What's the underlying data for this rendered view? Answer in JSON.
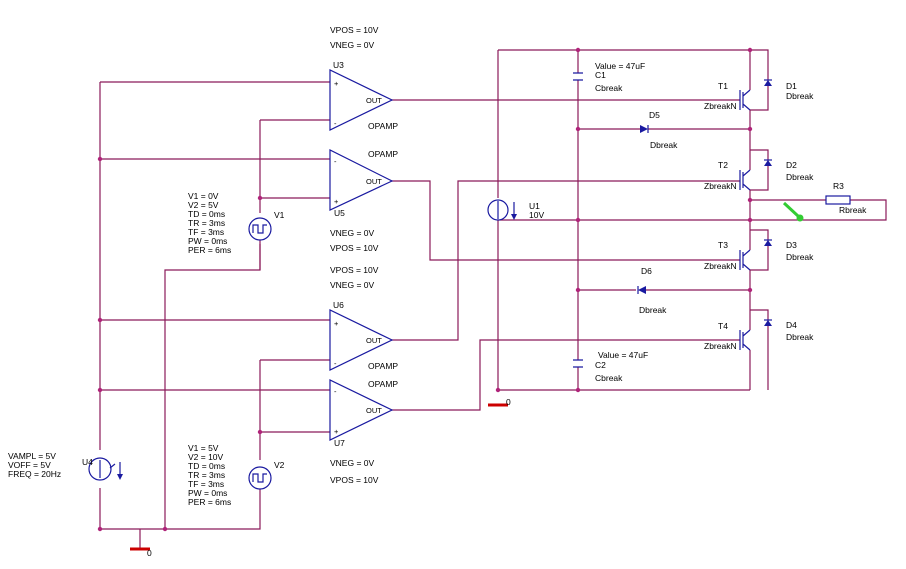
{
  "schematic": {
    "u3": {
      "ref": "U3",
      "model": "OPAMP",
      "vpos": "VPOS = 10V",
      "vneg": "VNEG = 0V"
    },
    "u5": {
      "ref": "U5",
      "model": "OPAMP",
      "vneg": "VNEG = 0V",
      "vpos": "VPOS = 10V"
    },
    "u6": {
      "ref": "U6",
      "model": "OPAMP",
      "vpos": "VPOS = 10V",
      "vneg": "VNEG = 0V"
    },
    "u7": {
      "ref": "U7",
      "model": "OPAMP",
      "vneg": "VNEG = 0V",
      "vpos": "VPOS = 10V"
    },
    "pins": {
      "plus": "+",
      "minus": "-",
      "out": "OUT"
    },
    "v1": {
      "ref": "V1",
      "params": [
        "V1 = 0V",
        "V2 = 5V",
        "TD = 0ms",
        "TR = 3ms",
        "TF = 3ms",
        "PW = 0ms",
        "PER = 6ms"
      ]
    },
    "v2": {
      "ref": "V2",
      "params": [
        "V1 = 5V",
        "V2 = 10V",
        "TD = 0ms",
        "TR = 3ms",
        "TF = 3ms",
        "PW = 0ms",
        "PER = 6ms"
      ]
    },
    "u4": {
      "ref": "U4",
      "params": [
        "VAMPL = 5V",
        "VOFF = 5V",
        "FREQ = 20Hz"
      ]
    },
    "u1": {
      "ref": "U1",
      "value": "10V"
    },
    "c1": {
      "ref": "C1",
      "value": "Value = 47uF",
      "model": "Cbreak"
    },
    "c2": {
      "ref": "C2",
      "value": "Value = 47uF",
      "model": "Cbreak"
    },
    "t1": {
      "ref": "T1",
      "model": "ZbreakN"
    },
    "t2": {
      "ref": "T2",
      "model": "ZbreakN"
    },
    "t3": {
      "ref": "T3",
      "model": "ZbreakN"
    },
    "t4": {
      "ref": "T4",
      "model": "ZbreakN"
    },
    "d1": {
      "ref": "D1",
      "model": "Dbreak"
    },
    "d2": {
      "ref": "D2",
      "model": "Dbreak"
    },
    "d3": {
      "ref": "D3",
      "model": "Dbreak"
    },
    "d4": {
      "ref": "D4",
      "model": "Dbreak"
    },
    "d5": {
      "ref": "D5",
      "model": "Dbreak"
    },
    "d6": {
      "ref": "D6",
      "model": "Dbreak"
    },
    "r3": {
      "ref": "R3",
      "model": "Rbreak"
    },
    "gnd": {
      "label": "0"
    }
  }
}
